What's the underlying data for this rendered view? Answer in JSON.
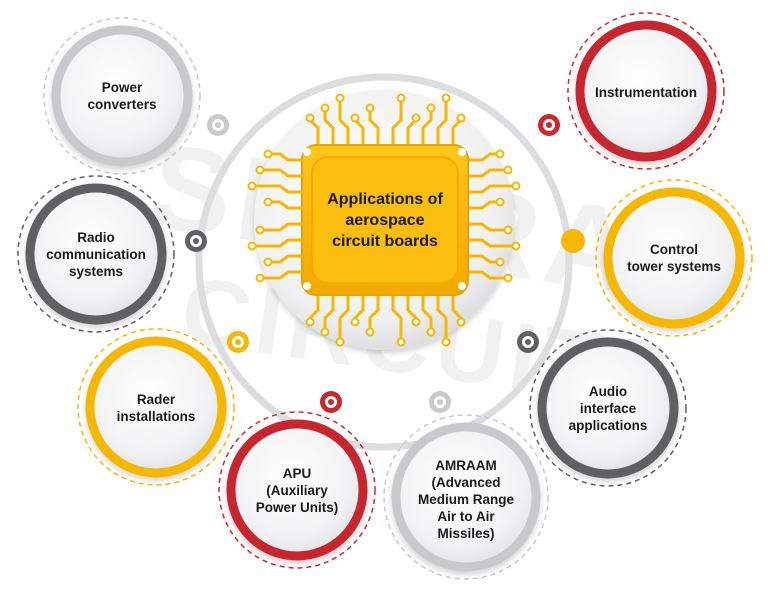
{
  "center": {
    "title": "Applications of\naerospace\ncircuit boards"
  },
  "watermark": {
    "line1": "SIERRA",
    "line2": "CIRCUITS"
  },
  "colors": {
    "red": "#c8282e",
    "yellow": "#f5b700",
    "dark_gray": "#5f6062",
    "light_gray": "#c8c9cb",
    "chip": "#f7b500"
  },
  "nodes": [
    {
      "id": "power-converters",
      "label": "Power\nconverters",
      "ring": "light_gray"
    },
    {
      "id": "instrumentation",
      "label": "Instrumentation",
      "ring": "red"
    },
    {
      "id": "radio-communication",
      "label": "Radio\ncommunication\nsystems",
      "ring": "dark_gray"
    },
    {
      "id": "control-tower",
      "label": "Control\ntower systems",
      "ring": "yellow"
    },
    {
      "id": "rader-installations",
      "label": "Rader\ninstallations",
      "ring": "yellow"
    },
    {
      "id": "audio-interface",
      "label": "Audio\ninterface\napplications",
      "ring": "dark_gray"
    },
    {
      "id": "apu",
      "label": "APU\n(Auxiliary\nPower Units)",
      "ring": "red"
    },
    {
      "id": "amraam",
      "label": "AMRAAM\n(Advanced\nMedium Range\nAir to Air\nMissiles)",
      "ring": "light_gray"
    }
  ]
}
